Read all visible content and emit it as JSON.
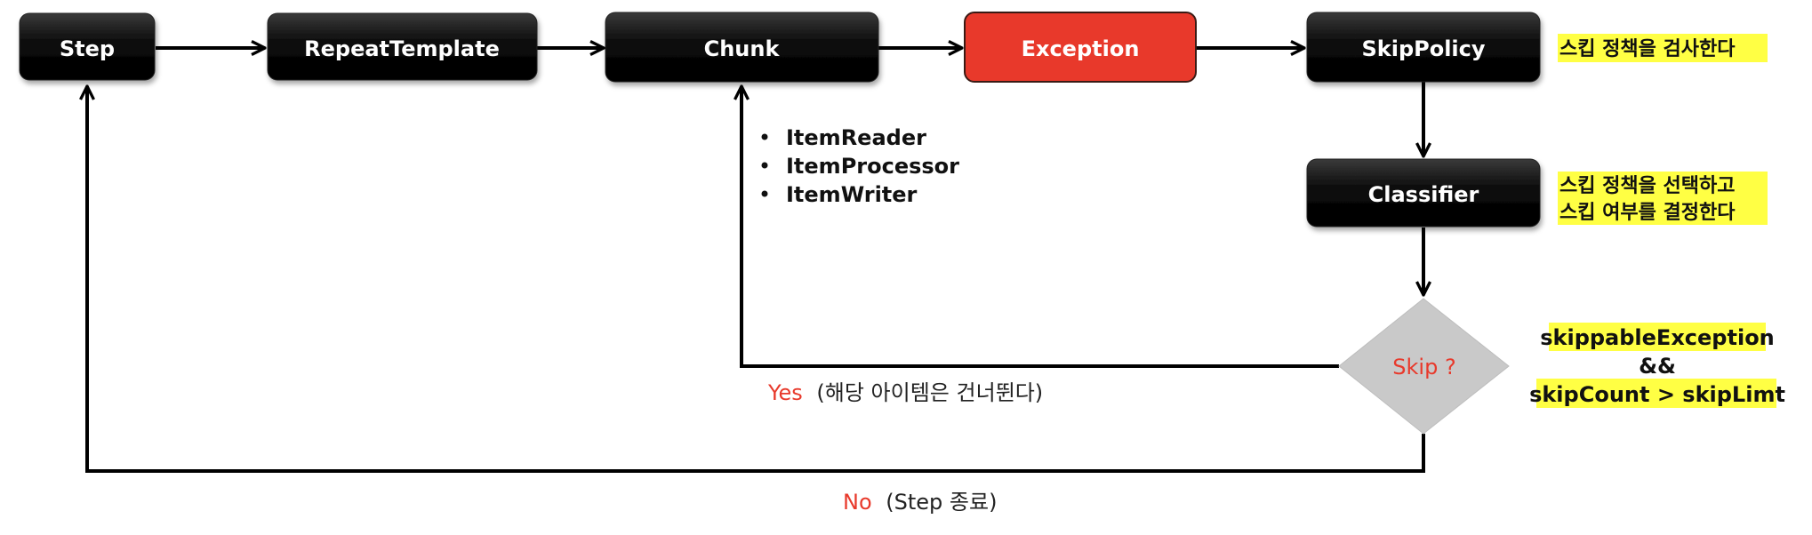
{
  "nodes": {
    "step": "Step",
    "repeat_template": "RepeatTemplate",
    "chunk": "Chunk",
    "exception": "Exception",
    "skip_policy": "SkipPolicy",
    "classifier": "Classifier",
    "skip_decision": "Skip ?"
  },
  "chunk_items": [
    "ItemReader",
    "ItemProcessor",
    "ItemWriter"
  ],
  "notes": {
    "skip_policy": "스킵 정책을 검사한다",
    "classifier_line1": "스킵 정책을 선택하고",
    "classifier_line2": "스킵 여부를 결정한다",
    "condition_line1": "skippableException",
    "condition_line2": "&&",
    "condition_line3": "skipCount > skipLimt"
  },
  "branches": {
    "yes_key": "Yes",
    "yes_desc": "(해당 아이템은 건너뛴다)",
    "no_key": "No",
    "no_desc": "(Step 종료)"
  },
  "colors": {
    "box_fill": "#000000",
    "exception_fill": "#e8392b",
    "diamond_fill": "#c9c9c9",
    "highlight": "#ffff44",
    "branch_key": "#e8392b"
  }
}
